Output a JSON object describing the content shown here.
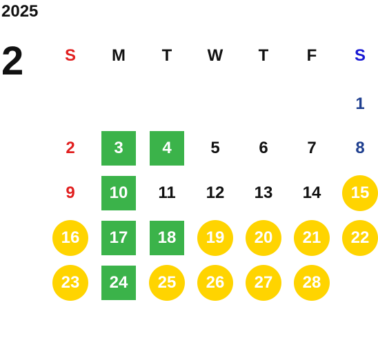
{
  "year": "2025",
  "month": "2",
  "weekdays": [
    "S",
    "M",
    "T",
    "W",
    "T",
    "F",
    "S"
  ],
  "colors": {
    "sunday": "#e11f1f",
    "saturday_header": "#1717d4",
    "saturday": "#1f3f8f",
    "green_highlight": "#3bb34a",
    "yellow_highlight": "#ffd400"
  },
  "days": [
    {
      "day": "1",
      "col": 6,
      "row": 0,
      "mark": "none"
    },
    {
      "day": "2",
      "col": 0,
      "row": 1,
      "mark": "none"
    },
    {
      "day": "3",
      "col": 1,
      "row": 1,
      "mark": "green"
    },
    {
      "day": "4",
      "col": 2,
      "row": 1,
      "mark": "green"
    },
    {
      "day": "5",
      "col": 3,
      "row": 1,
      "mark": "none"
    },
    {
      "day": "6",
      "col": 4,
      "row": 1,
      "mark": "none"
    },
    {
      "day": "7",
      "col": 5,
      "row": 1,
      "mark": "none"
    },
    {
      "day": "8",
      "col": 6,
      "row": 1,
      "mark": "none"
    },
    {
      "day": "9",
      "col": 0,
      "row": 2,
      "mark": "none"
    },
    {
      "day": "10",
      "col": 1,
      "row": 2,
      "mark": "green"
    },
    {
      "day": "11",
      "col": 2,
      "row": 2,
      "mark": "none"
    },
    {
      "day": "12",
      "col": 3,
      "row": 2,
      "mark": "none"
    },
    {
      "day": "13",
      "col": 4,
      "row": 2,
      "mark": "none"
    },
    {
      "day": "14",
      "col": 5,
      "row": 2,
      "mark": "none"
    },
    {
      "day": "15",
      "col": 6,
      "row": 2,
      "mark": "yellow"
    },
    {
      "day": "16",
      "col": 0,
      "row": 3,
      "mark": "yellow"
    },
    {
      "day": "17",
      "col": 1,
      "row": 3,
      "mark": "green"
    },
    {
      "day": "18",
      "col": 2,
      "row": 3,
      "mark": "green"
    },
    {
      "day": "19",
      "col": 3,
      "row": 3,
      "mark": "yellow"
    },
    {
      "day": "20",
      "col": 4,
      "row": 3,
      "mark": "yellow"
    },
    {
      "day": "21",
      "col": 5,
      "row": 3,
      "mark": "yellow"
    },
    {
      "day": "22",
      "col": 6,
      "row": 3,
      "mark": "yellow"
    },
    {
      "day": "23",
      "col": 0,
      "row": 4,
      "mark": "yellow"
    },
    {
      "day": "24",
      "col": 1,
      "row": 4,
      "mark": "green"
    },
    {
      "day": "25",
      "col": 2,
      "row": 4,
      "mark": "yellow"
    },
    {
      "day": "26",
      "col": 3,
      "row": 4,
      "mark": "yellow"
    },
    {
      "day": "27",
      "col": 4,
      "row": 4,
      "mark": "yellow"
    },
    {
      "day": "28",
      "col": 5,
      "row": 4,
      "mark": "yellow"
    }
  ]
}
